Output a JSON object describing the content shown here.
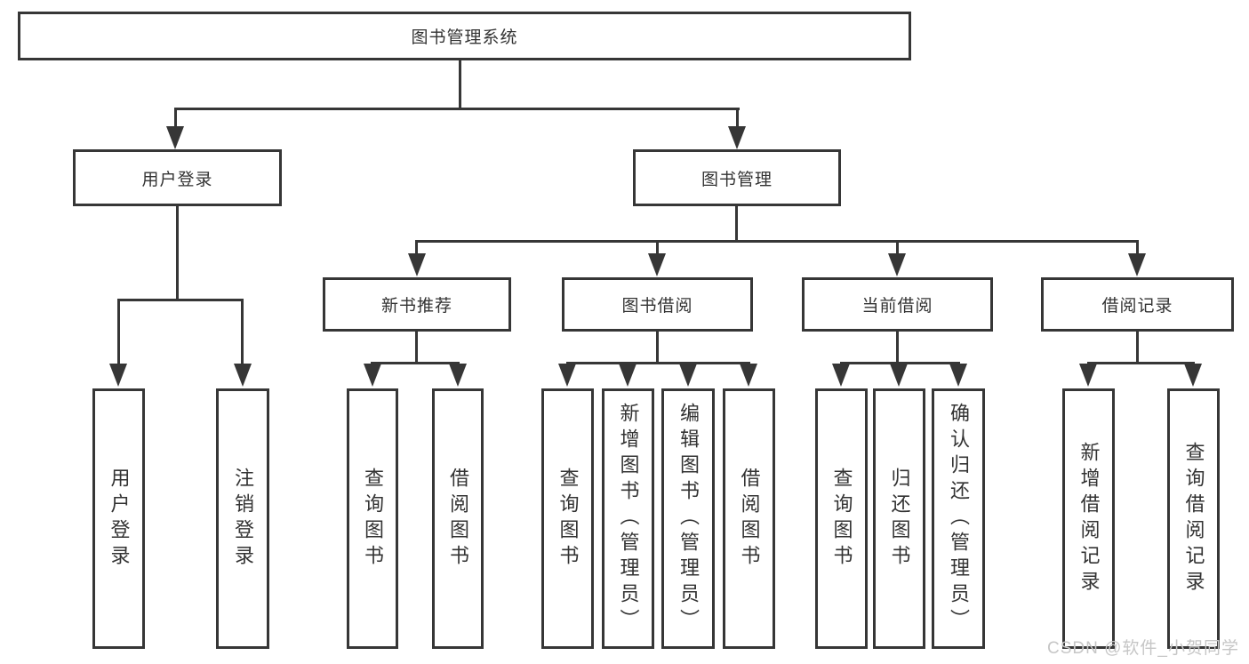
{
  "colors": {
    "line": "#363636",
    "box_border": "#363636",
    "text": "#333333",
    "watermark": "#c6c6c6",
    "background": "#ffffff"
  },
  "watermark": {
    "text": "CSDN @软件_小贺同学"
  },
  "nodes": {
    "root": {
      "label": "图书管理系统"
    },
    "user_login": {
      "label": "用户登录"
    },
    "book_mgmt": {
      "label": "图书管理"
    },
    "new_book_rec": {
      "label": "新书推荐"
    },
    "book_borrow": {
      "label": "图书借阅"
    },
    "current_borrow": {
      "label": "当前借阅"
    },
    "borrow_record": {
      "label": "借阅记录"
    },
    "leaf_user_login": {
      "label": "用户登录"
    },
    "leaf_logout": {
      "label": "注销登录"
    },
    "leaf_rec_query": {
      "label": "查询图书"
    },
    "leaf_rec_borrow": {
      "label": "借阅图书"
    },
    "leaf_bb_query": {
      "label": "查询图书"
    },
    "leaf_bb_add": {
      "label": "新增图书（管理员）"
    },
    "leaf_bb_edit": {
      "label": "编辑图书（管理员）"
    },
    "leaf_bb_borrow": {
      "label": "借阅图书"
    },
    "leaf_cb_query": {
      "label": "查询图书"
    },
    "leaf_cb_return": {
      "label": "归还图书"
    },
    "leaf_cb_confirm": {
      "label": "确认归还（管理员）"
    },
    "leaf_br_add": {
      "label": "新增借阅记录"
    },
    "leaf_br_query": {
      "label": "查询借阅记录"
    }
  },
  "hierarchy": {
    "图书管理系统": {
      "用户登录": [
        "用户登录",
        "注销登录"
      ],
      "图书管理": {
        "新书推荐": [
          "查询图书",
          "借阅图书"
        ],
        "图书借阅": [
          "查询图书",
          "新增图书（管理员）",
          "编辑图书（管理员）",
          "借阅图书"
        ],
        "当前借阅": [
          "查询图书",
          "归还图书",
          "确认归还（管理员）"
        ],
        "借阅记录": [
          "新增借阅记录",
          "查询借阅记录"
        ]
      }
    }
  }
}
